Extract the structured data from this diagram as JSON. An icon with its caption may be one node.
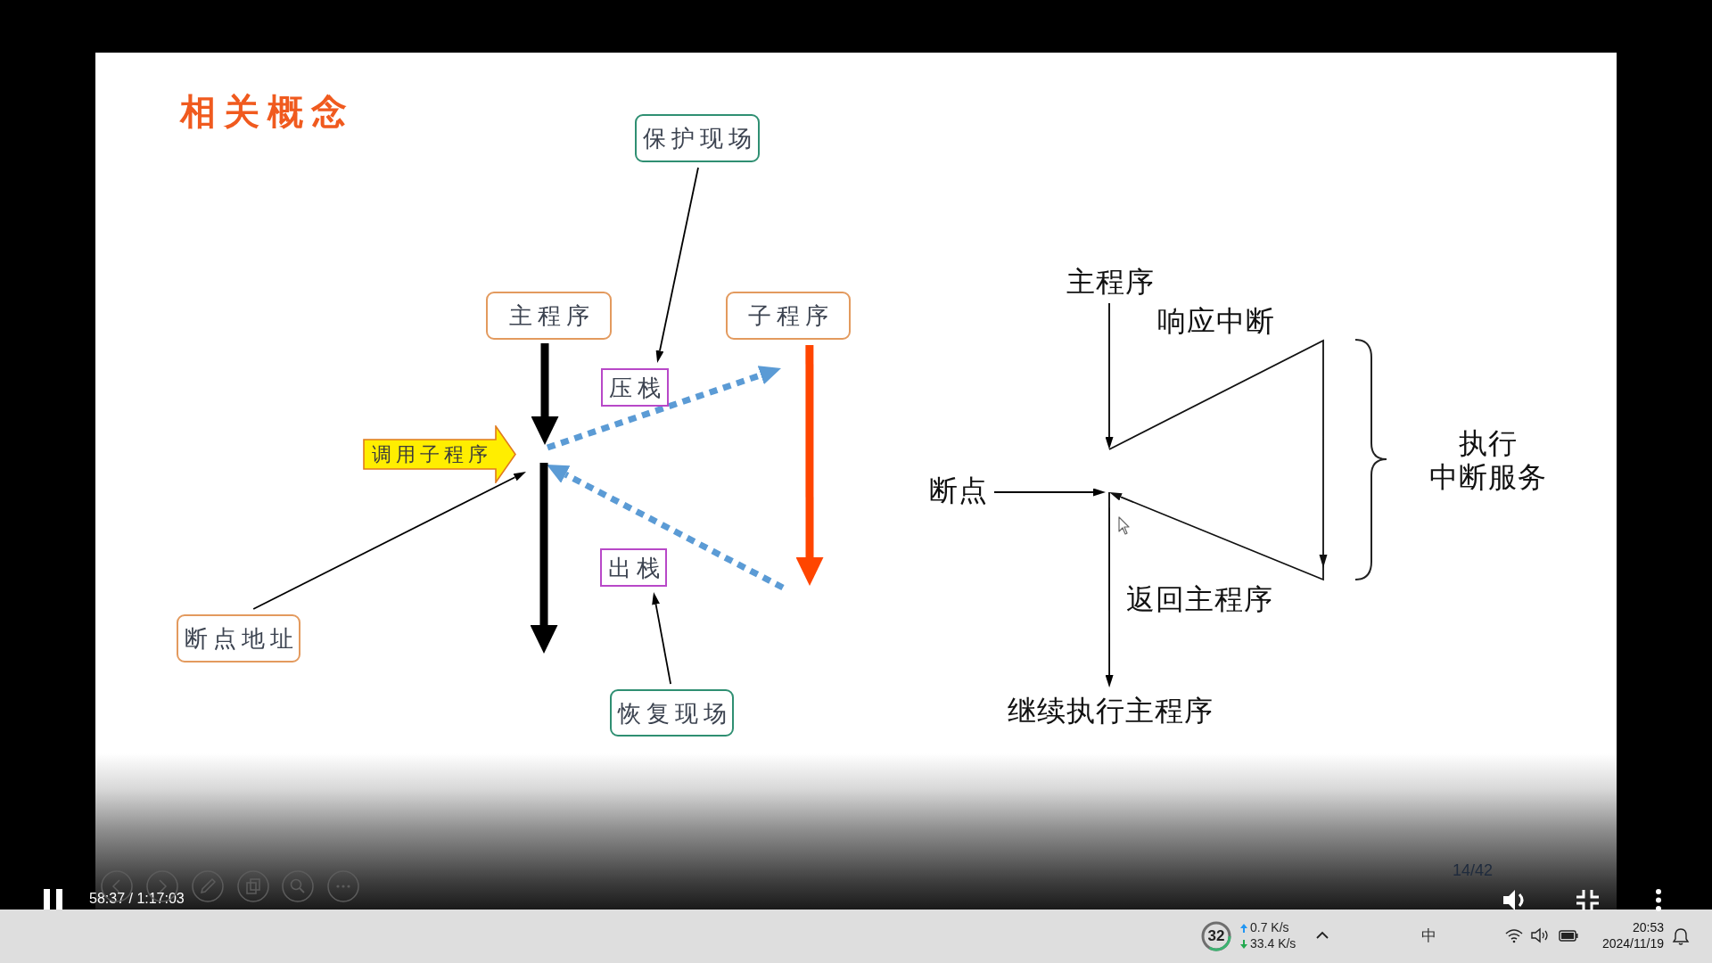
{
  "diagram": {
    "title": "相关概念",
    "nodes": [
      {
        "text": [
          "保护现场"
        ]
      },
      {
        "text": [
          "主程序"
        ]
      },
      {
        "text": [
          "子程序"
        ]
      },
      {
        "text": [
          "压栈"
        ]
      },
      {
        "text": [
          "调用子程序"
        ]
      },
      {
        "text": [
          "出栈"
        ]
      },
      {
        "text": [
          "断点地址"
        ]
      },
      {
        "text": [
          "恢复现场"
        ]
      },
      {
        "text": [
          "主程序"
        ]
      },
      {
        "text": [
          "断点"
        ]
      },
      {
        "text": [
          "继续执行主程序"
        ]
      }
    ],
    "edges": [
      {
        "from": 0,
        "to": 3,
        "arrow": "to"
      },
      {
        "from": 1,
        "to": 4,
        "arrow": "to",
        "style": "thick"
      },
      {
        "from": 2,
        "to": null,
        "arrow": "to",
        "style": "thick",
        "color": "#ff4500"
      },
      {
        "from": 6,
        "to": 4,
        "arrow": "to"
      },
      {
        "from": 7,
        "to": 5,
        "arrow": "to"
      },
      {
        "from": 8,
        "to": null,
        "arrow": "to"
      },
      {
        "from": 9,
        "to": null,
        "arrow": "to"
      },
      {
        "from": null,
        "to": 10,
        "arrow": "to"
      },
      {
        "from": 4,
        "to": 2,
        "arrow": "to",
        "style": "dashed",
        "color": "#5b9bd5"
      },
      {
        "from": null,
        "to": 4,
        "arrow": "to",
        "style": "dashed",
        "color": "#5b9bd5"
      },
      {
        "from": 4,
        "to": null,
        "arrow": "to",
        "style": "thick"
      }
    ],
    "labels": [
      "响应中断",
      "执行中断服务",
      "返回主程序",
      "14/42",
      "58:37 / 1:17:03",
      "32",
      "0.7 K/s",
      "33.4 K/s",
      "中",
      "20:53",
      "2024/11/19"
    ]
  }
}
